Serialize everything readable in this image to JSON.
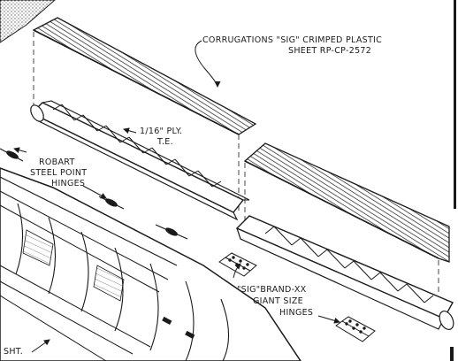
{
  "labels": {
    "corrugations_line1": "CORRUGATIONS \"SIG\" CRIMPED PLASTIC",
    "corrugations_line2": "SHEET RP-CP-2572",
    "ply_line1": "1/16\" PLY.",
    "ply_line2": "T.E.",
    "robart_line1": "ROBART",
    "robart_line2": "STEEL POINT",
    "robart_line3": "HINGES",
    "sig_hinge_line1": "\"SIG\"BRAND-XX",
    "sig_hinge_line2": "GIANT SIZE",
    "sig_hinge_line3": "HINGES",
    "sheet_fragment": "SHT."
  },
  "colors": {
    "ink": "#1a1a1a",
    "paper": "#ffffff"
  }
}
